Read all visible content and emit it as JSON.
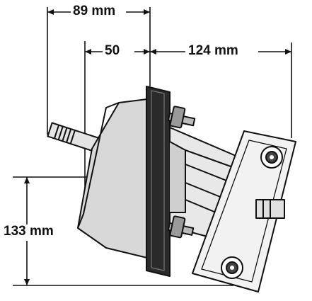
{
  "dimensions": {
    "top_width": "89 mm",
    "offset": "50",
    "length": "124 mm",
    "height": "133 mm"
  },
  "colors": {
    "ink": "#111111",
    "paper": "#ffffff",
    "metal": "#dcdcdc",
    "flange": "#2a2a2a"
  }
}
